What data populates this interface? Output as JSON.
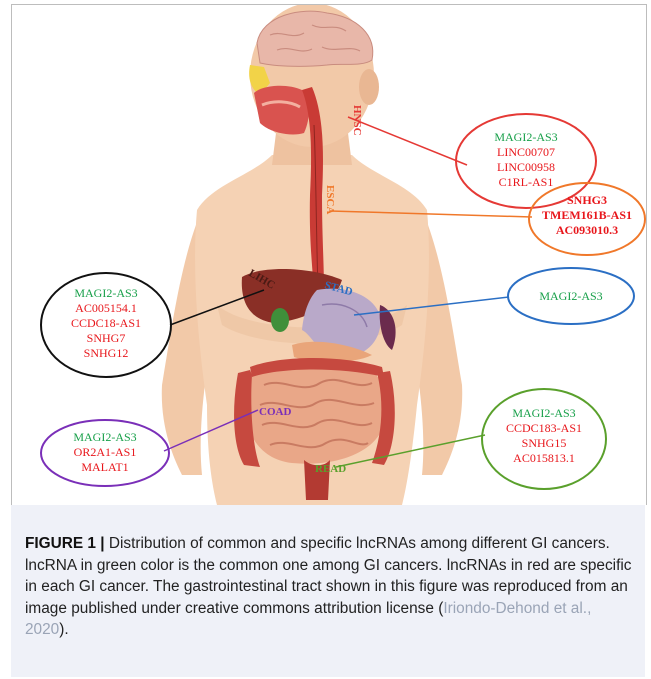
{
  "cancer_labels": {
    "hnsc": "HNSC",
    "esca": "ESCA",
    "lihc": "LIHC",
    "stad": "STAD",
    "coad": "COAD",
    "read": "READ"
  },
  "colors": {
    "common": "#18a04a",
    "specific": "#e8161b",
    "hnsc": "#e53935",
    "esca": "#f0782a",
    "lihc": "#111111",
    "stad": "#2b6fc4",
    "coad": "#7a2fb8",
    "read": "#5aa02c"
  },
  "groups": {
    "hnsc": {
      "common": [
        "MAGI2-AS3"
      ],
      "specific": [
        "LINC00707",
        "LINC00958",
        "C1RL-AS1"
      ]
    },
    "esca": {
      "common": [],
      "specific": [
        "SNHG3",
        "TMEM161B-AS1",
        "AC093010.3"
      ]
    },
    "stad": {
      "common": [
        "MAGI2-AS3"
      ],
      "specific": []
    },
    "lihc": {
      "common": [
        "MAGI2-AS3"
      ],
      "specific": [
        "AC005154.1",
        "CCDC18-AS1",
        "SNHG7",
        "SNHG12"
      ]
    },
    "read": {
      "common": [
        "MAGI2-AS3"
      ],
      "specific": [
        "CCDC183-AS1",
        "SNHG15",
        "AC015813.1"
      ]
    },
    "coad": {
      "common": [
        "MAGI2-AS3"
      ],
      "specific": [
        "OR2A1-AS1",
        "MALAT1"
      ]
    }
  },
  "caption": {
    "label": "FIGURE 1 |",
    "text": " Distribution of common and specific lncRNAs among different GI cancers. lncRNA in green color is the common one among GI cancers. lncRNAs in red are specific in each GI cancer. The gastrointestinal tract shown in this figure was reproduced from an image published under creative commons attribution license (",
    "citation": "Iriondo-Dehond et al., 2020",
    "end": ")."
  }
}
